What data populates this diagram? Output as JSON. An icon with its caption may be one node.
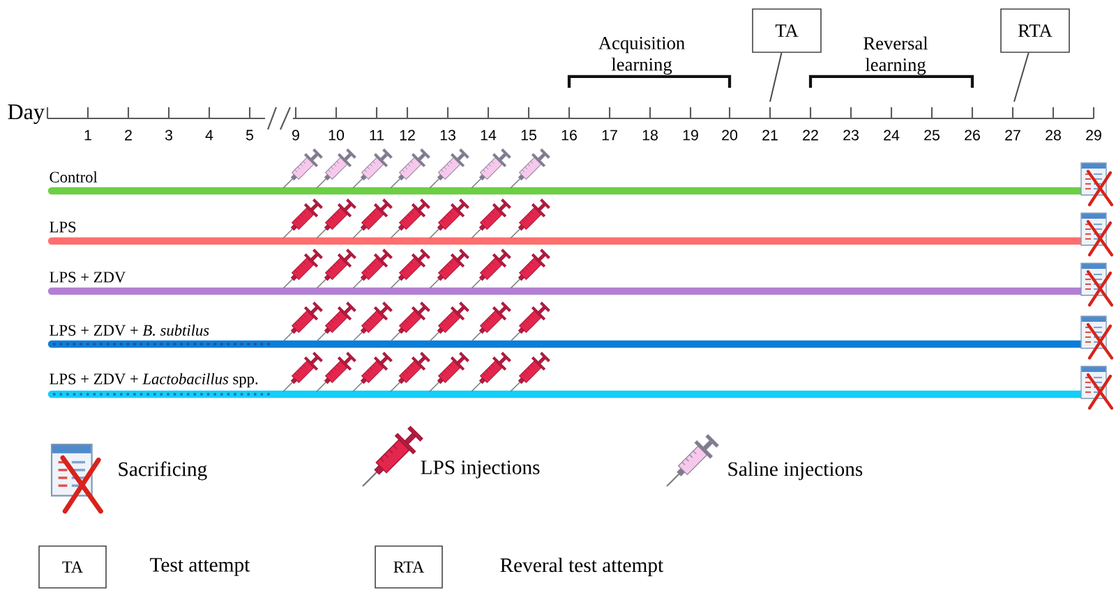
{
  "diagram": {
    "nodes": [
      {
        "text": [
          "TA"
        ]
      },
      {
        "text": [
          "RTA"
        ]
      },
      {
        "text": [
          "Control"
        ]
      },
      {
        "text": [
          "LPS"
        ]
      },
      {
        "text": [
          "LPS + ZDV"
        ]
      },
      {
        "text": [
          "LPS + ZDV + *B. subtilus*"
        ]
      },
      {
        "text": [
          "LPS + ZDV + *Lactobacillus* spp."
        ]
      },
      {
        "text": [
          "TA"
        ]
      },
      {
        "text": [
          "RTA"
        ]
      }
    ],
    "edges": [
      {
        "from": 0,
        "to": null,
        "arrow": "none"
      },
      {
        "from": 1,
        "to": null,
        "arrow": "none"
      }
    ],
    "labels": [
      "Acquisition learning",
      "Reversal learning",
      "Day",
      "1",
      "2",
      "3",
      "4",
      "5",
      "9",
      "10",
      "11",
      "12",
      "13",
      "14",
      "15",
      "16",
      "17",
      "18",
      "19",
      "20",
      "21",
      "22",
      "23",
      "24",
      "25",
      "26",
      "27",
      "28",
      "29"
    ],
    "legend": [
      {
        "text": "Sacrificing"
      },
      {
        "text": "LPS injections"
      },
      {
        "text": "Saline injections"
      },
      {
        "text": "Test attempt"
      },
      {
        "text": "Reveral test attempt"
      }
    ]
  }
}
